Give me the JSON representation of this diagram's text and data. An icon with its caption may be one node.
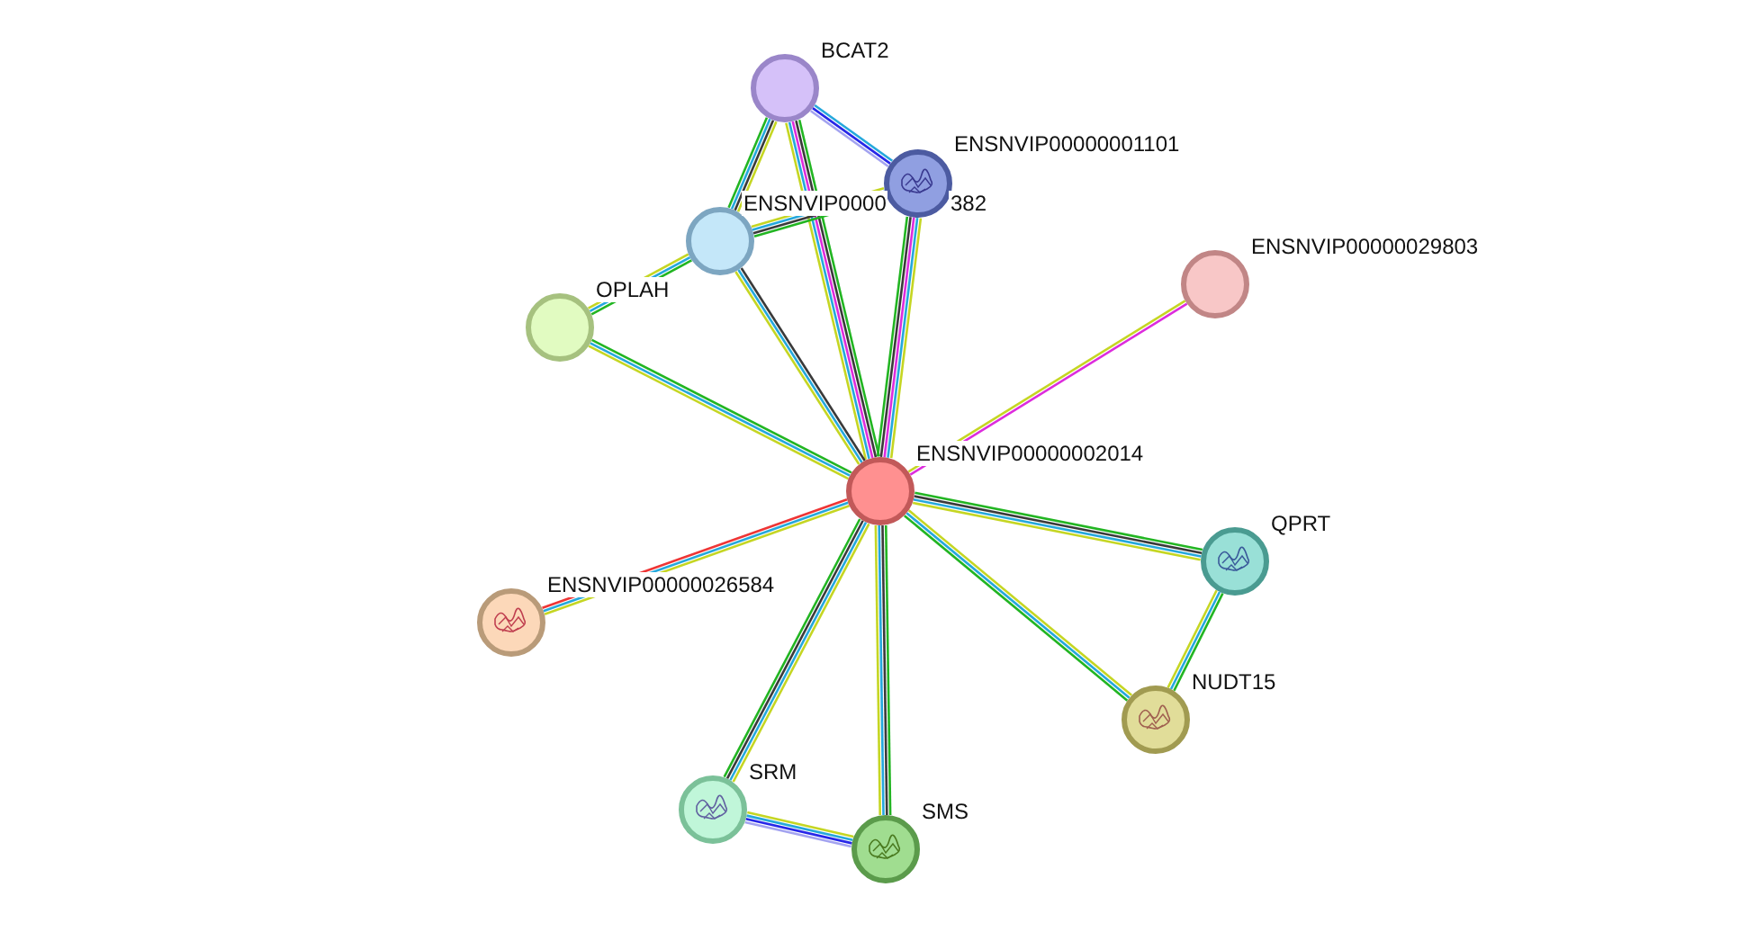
{
  "diagram": {
    "nodes": [
      {
        "text": [],
        "shape": "circle",
        "beside": [
          "BCAT2"
        ]
      },
      {
        "text": [],
        "shape": "circle",
        "beside": [
          "ENSNVIP00000001101"
        ]
      },
      {
        "text": [],
        "shape": "circle",
        "beside": [
          "ENSNVIP0000"
        ]
      },
      {
        "text": [],
        "shape": "circle",
        "beside": [
          "OPLAH"
        ]
      },
      {
        "text": [],
        "shape": "circle",
        "beside": [
          "ENSNVIP00000029803"
        ]
      },
      {
        "text": [],
        "shape": "circle",
        "beside": [
          "ENSNVIP00000002014"
        ]
      },
      {
        "text": [],
        "shape": "circle",
        "beside": [
          "QPRT"
        ]
      },
      {
        "text": [],
        "shape": "circle",
        "beside": [
          "ENSNVIP00000026584"
        ]
      },
      {
        "text": [],
        "shape": "circle",
        "beside": [
          "NUDT15"
        ]
      },
      {
        "text": [],
        "shape": "circle",
        "beside": [
          "SRM"
        ]
      },
      {
        "text": [],
        "shape": "circle",
        "beside": [
          "SMS"
        ]
      }
    ],
    "edges": [
      {
        "from": 0,
        "to": 1,
        "arrow": "none",
        "color": "#2727e8"
      },
      {
        "from": 0,
        "to": 2,
        "arrow": "none",
        "color": "#3a3a3a"
      },
      {
        "from": 0,
        "to": 5,
        "arrow": "none",
        "color": "#3a3a3a"
      },
      {
        "from": 1,
        "to": 5,
        "arrow": "none",
        "color": "#25a8dc"
      },
      {
        "from": 2,
        "to": 1,
        "arrow": "none"
      },
      {
        "from": 2,
        "to": 5,
        "arrow": "none",
        "color": "#3a3a3a"
      },
      {
        "from": 2,
        "to": 3,
        "arrow": "none",
        "color": "#22b522"
      },
      {
        "from": 3,
        "to": 5,
        "arrow": "none",
        "color": "#25a8dc"
      },
      {
        "from": 4,
        "to": 5,
        "arrow": "none",
        "color": "#dd2cdd"
      },
      {
        "from": 5,
        "to": 6,
        "arrow": "none",
        "color": "#22b522"
      },
      {
        "from": 5,
        "to": 7,
        "arrow": "none"
      },
      {
        "from": 5,
        "to": 8,
        "arrow": "none"
      },
      {
        "from": 5,
        "to": 9,
        "arrow": "none"
      },
      {
        "from": 5,
        "to": 10,
        "arrow": "none",
        "color": "#22b522"
      },
      {
        "from": 6,
        "to": 8,
        "arrow": "none",
        "color": "#25a8dc"
      },
      {
        "from": 9,
        "to": 10,
        "arrow": "none"
      }
    ],
    "labels": [
      "382"
    ]
  }
}
